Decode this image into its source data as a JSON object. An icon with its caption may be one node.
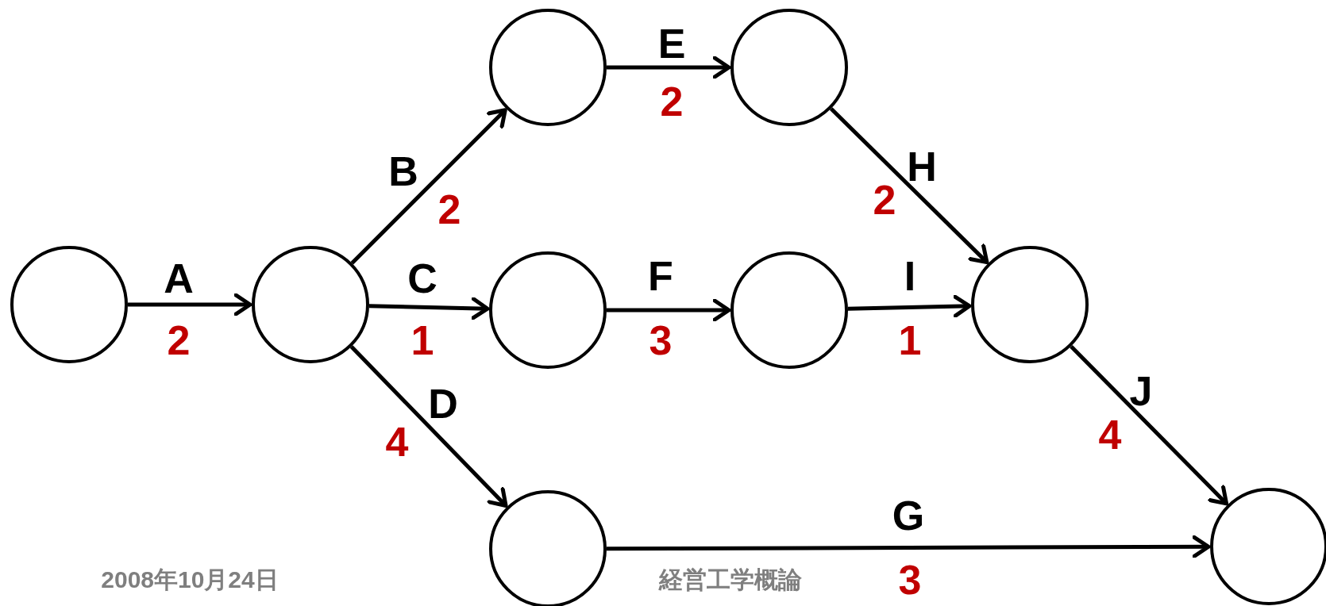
{
  "diagram": {
    "nodes": [
      {
        "text": [],
        "shape": "circle"
      },
      {
        "text": [],
        "shape": "circle"
      },
      {
        "text": [],
        "shape": "circle"
      },
      {
        "text": [],
        "shape": "circle"
      },
      {
        "text": [],
        "shape": "circle"
      },
      {
        "text": [],
        "shape": "circle"
      },
      {
        "text": [],
        "shape": "circle"
      },
      {
        "text": [],
        "shape": "circle"
      },
      {
        "text": [],
        "shape": "circle"
      }
    ],
    "edges": [
      {
        "from": 0,
        "to": 1,
        "arrow": "to",
        "label": "A"
      },
      {
        "from": 1,
        "to": 2,
        "arrow": "to",
        "label": "B"
      },
      {
        "from": 1,
        "to": 4,
        "arrow": "to",
        "label": "C"
      },
      {
        "from": 1,
        "to": 7,
        "arrow": "to",
        "label": "D"
      },
      {
        "from": 2,
        "to": 3,
        "arrow": "to",
        "label": "E"
      },
      {
        "from": 4,
        "to": 5,
        "arrow": "to",
        "label": "F"
      },
      {
        "from": 7,
        "to": 8,
        "arrow": "to",
        "label": "G"
      },
      {
        "from": 3,
        "to": 6,
        "arrow": "to",
        "label": "H"
      },
      {
        "from": 5,
        "to": 6,
        "arrow": "to",
        "label": "I"
      },
      {
        "from": 6,
        "to": 8,
        "arrow": "to",
        "label": "J"
      }
    ],
    "labels": [
      "2",
      "2",
      "1",
      "4",
      "2",
      "3",
      "3",
      "2",
      "1",
      "4",
      "2008年10月24日",
      "経営工学概論"
    ]
  }
}
